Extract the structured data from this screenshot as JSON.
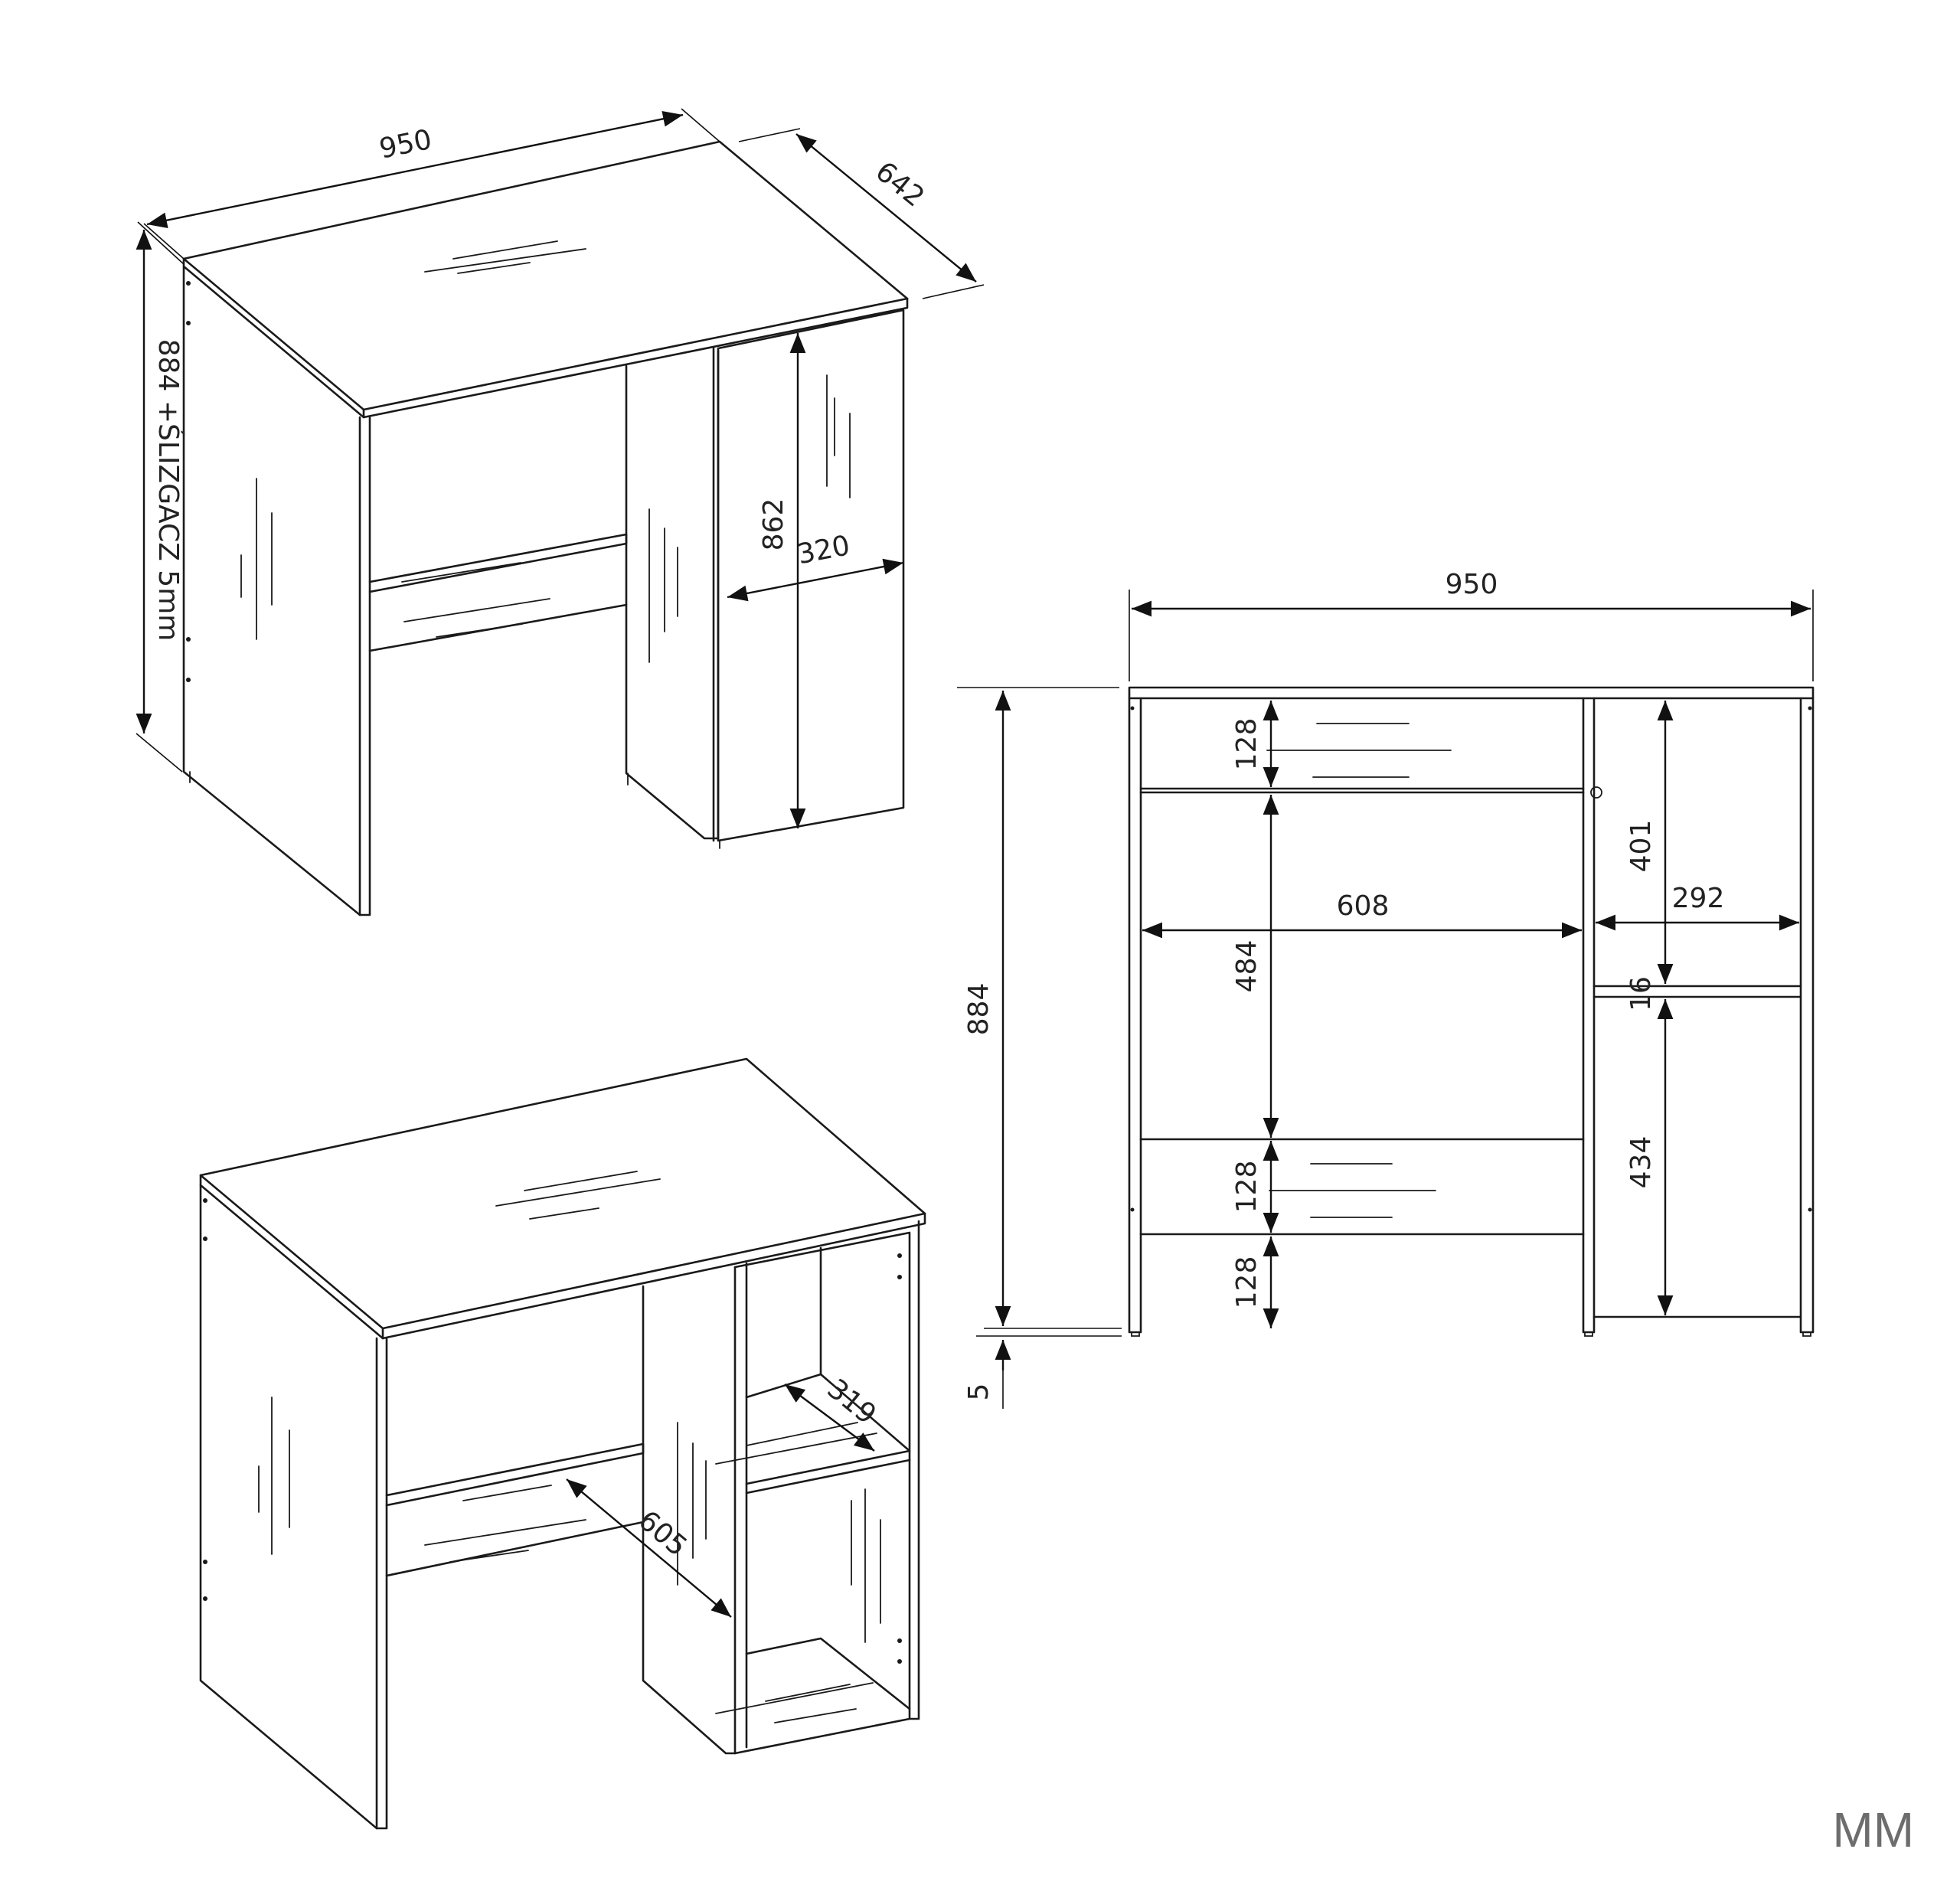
{
  "iso_top": {
    "width_label": "950",
    "depth_label": "642",
    "height_label": "884 +ŚLIZGACZ 5mm",
    "cabinet_height_label": "862",
    "cabinet_width_label": "320"
  },
  "iso_bottom": {
    "shelf_depth_label": "319",
    "knee_depth_label": "605"
  },
  "front": {
    "width_label": "950",
    "height_label": "884",
    "glide_label": "5",
    "drawer_top_label": "128",
    "knee_height_label": "484",
    "bar_height_label": "128",
    "bar_gap_label": "128",
    "knee_width_label": "608",
    "cab_width_label": "292",
    "upper_shelf_label": "401",
    "shelf_thickness_label": "16",
    "lower_shelf_label": "434"
  },
  "unit_label": "MM"
}
